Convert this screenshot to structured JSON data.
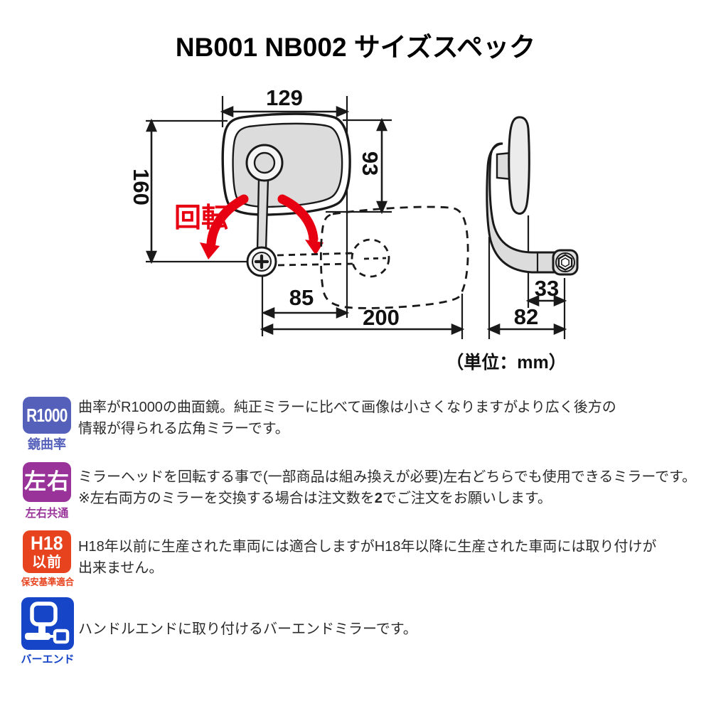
{
  "title": "NB001 NB002 サイズスペック",
  "diagram": {
    "rotation_label": "回転",
    "unit_label": "（単位：mm）",
    "dimensions": {
      "head_width": "129",
      "head_height": "93",
      "total_height": "160",
      "pivot_to_head_edge": "85",
      "total_width": "200",
      "side_offset": "33",
      "side_depth": "82"
    },
    "colors": {
      "rotation_red": "#e60012",
      "line_black": "#1a1a1a",
      "fill_gray": "#dcdcdc"
    }
  },
  "features": [
    {
      "badge": {
        "line1": "R1000",
        "caption": "鏡曲率",
        "color": "#5560bb"
      },
      "lines": [
        "曲率がR1000の曲面鏡。純正ミラーに比べて画像は小さくなりますがより広く後方の",
        "情報が得られる広角ミラーです。"
      ]
    },
    {
      "badge": {
        "line1": "左右",
        "caption": "左右共通",
        "color": "#993399"
      },
      "lines": [
        "ミラーヘッドを回転する事で(一部商品は組み換えが必要)左右どちらでも使用できるミラーです。"
      ],
      "line2": {
        "pre": "※左右両方のミラーを交換する場合は注文数を",
        "bold": "2",
        "post": "でご注文をお願いします。"
      }
    },
    {
      "badge": {
        "line1": "H18",
        "line2": "以前",
        "caption": "保安基準適合",
        "color": "#e8431f"
      },
      "lines": [
        "H18年以前に生産された車両には適合しますがH18年以降に生産された車両には取り付けが",
        "出来ません。"
      ]
    },
    {
      "badge": {
        "icon": "bar-end-mirror-icon",
        "caption": "バーエンド",
        "color": "#1745c8"
      },
      "lines": [
        "ハンドルエンドに取り付けるバーエンドミラーです。"
      ]
    }
  ]
}
